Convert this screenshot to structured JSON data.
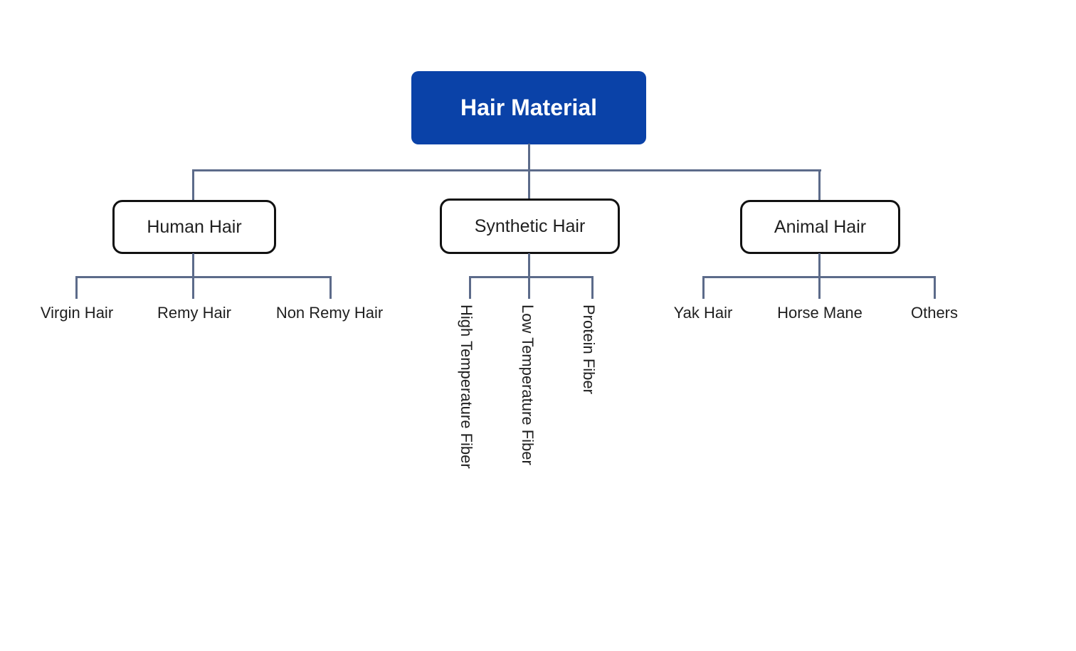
{
  "diagram": {
    "root": {
      "label": "Hair Material"
    },
    "branches": [
      {
        "label": "Human Hair",
        "children_orientation": "horizontal",
        "children": [
          "Virgin Hair",
          "Remy Hair",
          "Non Remy Hair"
        ]
      },
      {
        "label": "Synthetic Hair",
        "children_orientation": "vertical",
        "children": [
          "High Temperature Fiber",
          "Low Temperature Fiber",
          "Protein Fiber"
        ]
      },
      {
        "label": "Animal Hair",
        "children_orientation": "horizontal",
        "children": [
          "Yak Hair",
          "Horse Mane",
          "Others"
        ]
      }
    ],
    "colors": {
      "root_bg": "#0A42A8",
      "root_text": "#FFFFFF",
      "connector": "#5C6B8A",
      "node_border": "#111111",
      "node_bg": "#FFFFFF",
      "text": "#1F1F1F",
      "background": "#FFFFFF"
    }
  }
}
